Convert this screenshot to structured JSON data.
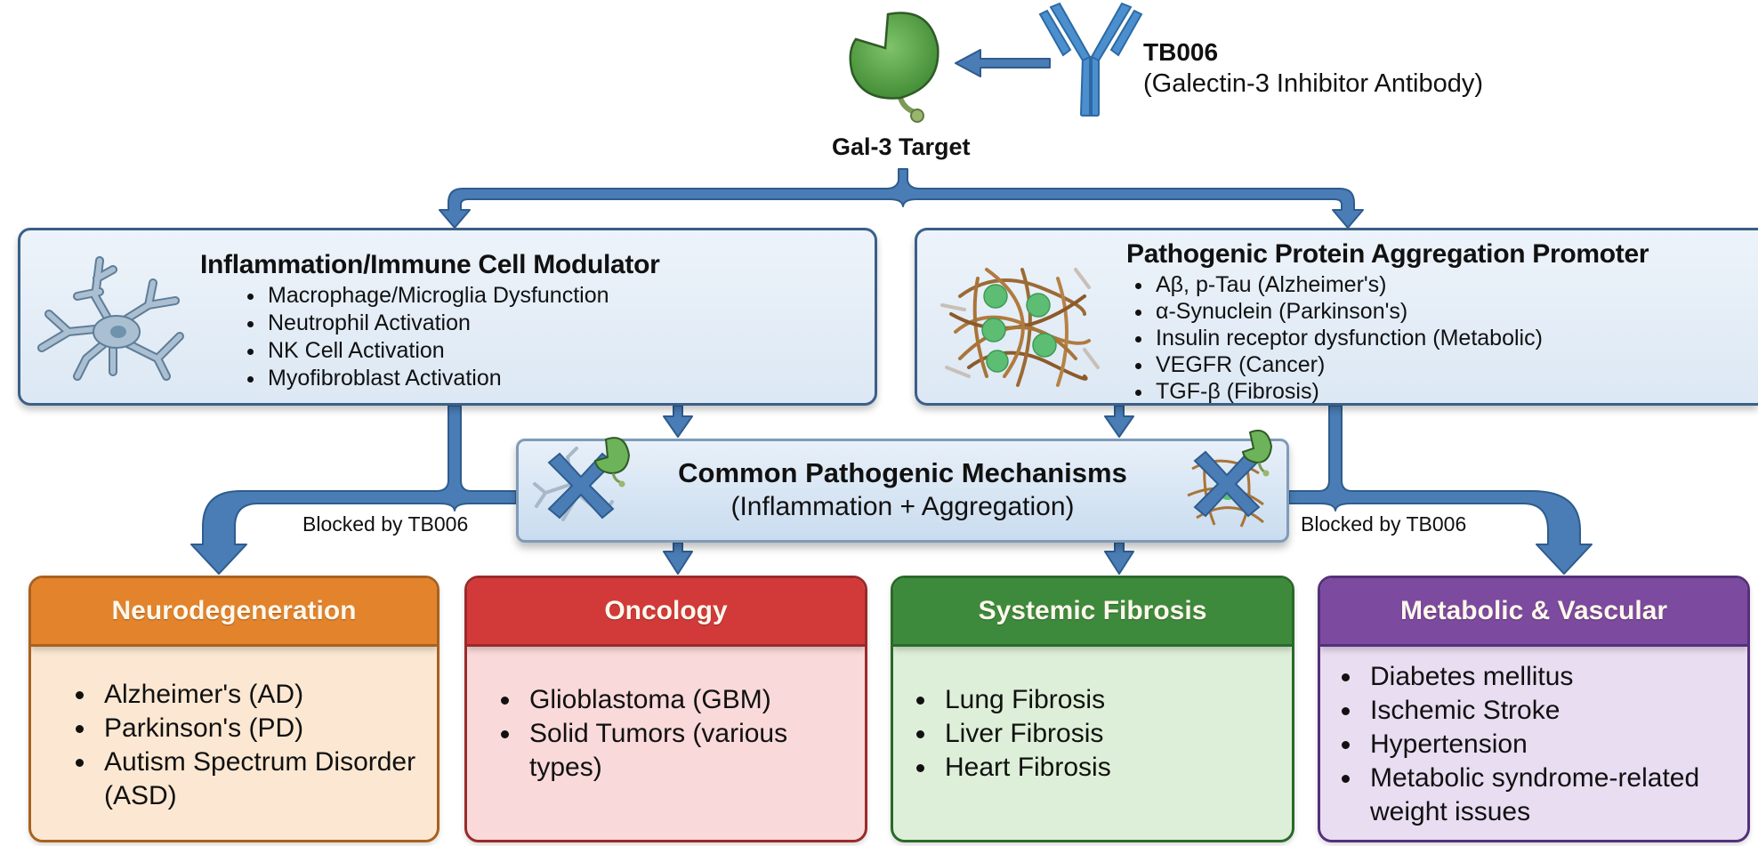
{
  "header": {
    "target_label": "Gal-3 Target",
    "drug_name": "TB006",
    "drug_description": "(Galectin-3 Inhibitor Antibody)"
  },
  "icons": {
    "galectin": "galectin-3-protein-icon",
    "antibody": "antibody-icon",
    "microglia": "microglia-cell-icon",
    "aggregate": "protein-aggregate-icon",
    "block": "blocked-x-icon"
  },
  "mechanisms": {
    "inflammation": {
      "title": "Inflammation/Immune Cell Modulator",
      "items": [
        "Macrophage/Microglia Dysfunction",
        "Neutrophil Activation",
        "NK Cell Activation",
        "Myofibroblast Activation"
      ]
    },
    "aggregation": {
      "title": "Pathogenic Protein Aggregation Promoter",
      "items": [
        "Aβ, p-Tau (Alzheimer's)",
        "α-Synuclein (Parkinson's)",
        "Insulin receptor dysfunction (Metabolic)",
        "VEGFR (Cancer)",
        "TGF-β (Fibrosis)"
      ]
    }
  },
  "common": {
    "title": "Common Pathogenic Mechanisms",
    "subtitle": "(Inflammation + Aggregation)"
  },
  "blocked_labels": {
    "left": "Blocked by TB006",
    "right": "Blocked by TB006"
  },
  "diseases": [
    {
      "title": "Neurodegeneration",
      "color": "#E3832C",
      "border": "#A9611F",
      "bg": "#FCE8D2",
      "items": [
        "Alzheimer's (AD)",
        "Parkinson's (PD)",
        "Autism Spectrum Disorder (ASD)"
      ]
    },
    {
      "title": "Oncology",
      "color": "#D23A3A",
      "border": "#9A2A2A",
      "bg": "#F9D9D9",
      "items": [
        "Glioblastoma (GBM)",
        "Solid Tumors (various types)"
      ]
    },
    {
      "title": "Systemic Fibrosis",
      "color": "#3E8A3C",
      "border": "#2A6A29",
      "bg": "#DDEFD8",
      "items": [
        "Lung Fibrosis",
        "Liver Fibrosis",
        "Heart Fibrosis"
      ]
    },
    {
      "title": "Metabolic & Vascular",
      "color": "#7C4A9E",
      "border": "#55307A",
      "bg": "#E9DDF1",
      "items": [
        "Diabetes mellitus",
        "Ischemic Stroke",
        "Hypertension",
        "Metabolic syndrome-related weight issues"
      ]
    }
  ],
  "colors": {
    "arrow": "#4A7DB5",
    "arrow_stroke": "#2E5C8E"
  }
}
